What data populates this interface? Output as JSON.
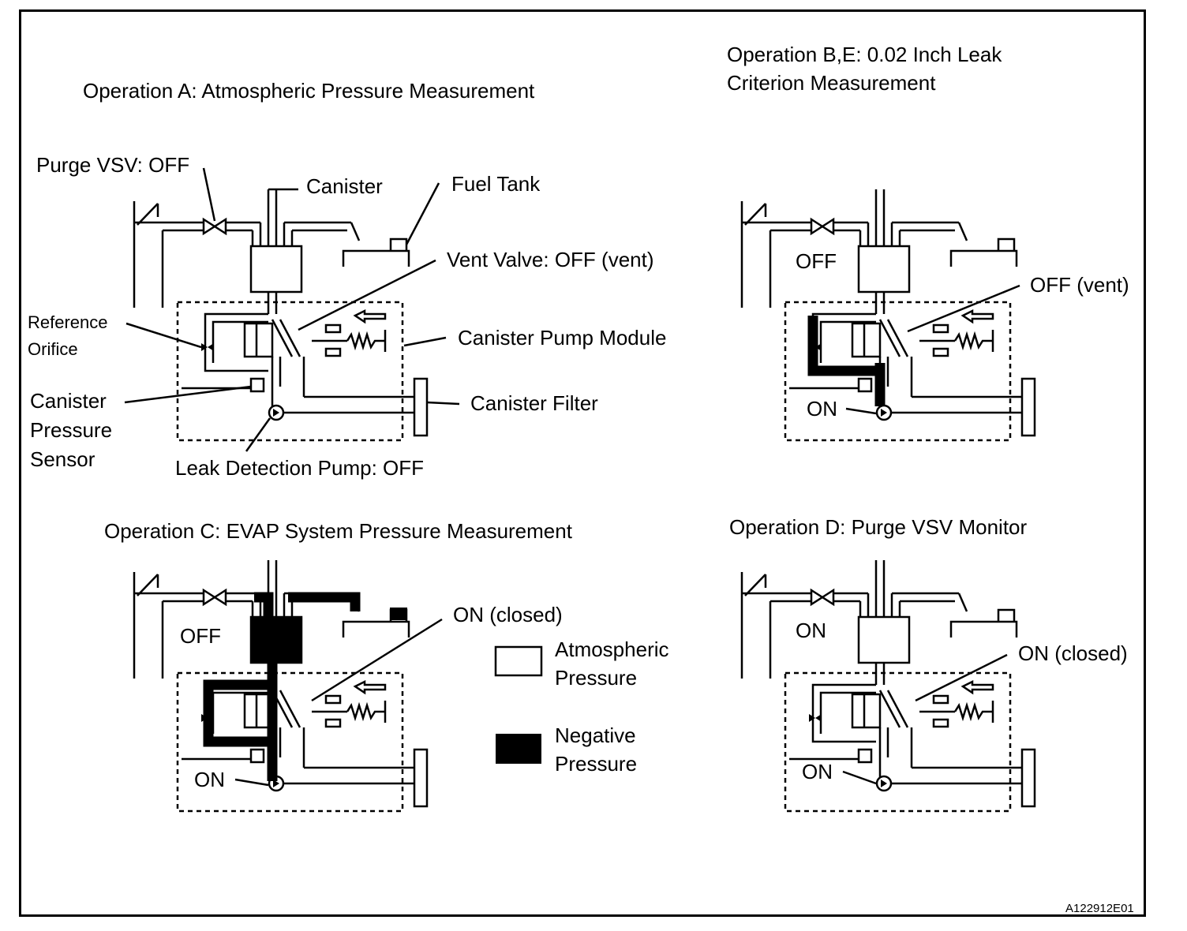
{
  "panel_a": {
    "title": "Operation A: Atmospheric Pressure Measurement",
    "purge_vsv": "Purge VSV: OFF",
    "canister": "Canister",
    "fuel_tank": "Fuel Tank",
    "vent_valve": "Vent Valve: OFF (vent)",
    "reference_orifice_1": "Reference",
    "reference_orifice_2": "Orifice",
    "pump_module": "Canister Pump Module",
    "sensor_1": "Canister",
    "sensor_2": "Pressure",
    "sensor_3": "Sensor",
    "canister_filter": "Canister Filter",
    "leak_pump": "Leak Detection Pump: OFF"
  },
  "panel_b": {
    "title_1": "Operation B,E: 0.02 Inch Leak",
    "title_2": "Criterion Measurement",
    "purge_vsv": "OFF",
    "vent_valve": "OFF (vent)",
    "leak_pump": "ON"
  },
  "panel_c": {
    "title": "Operation C: EVAP System Pressure Measurement",
    "purge_vsv": "OFF",
    "vent_valve": "ON (closed)",
    "leak_pump": "ON"
  },
  "panel_d": {
    "title": "Operation D: Purge VSV Monitor",
    "purge_vsv": "ON",
    "vent_valve": "ON (closed)",
    "leak_pump": "ON"
  },
  "legend": {
    "atmospheric_1": "Atmospheric",
    "atmospheric_2": "Pressure",
    "negative_1": "Negative",
    "negative_2": "Pressure"
  },
  "figure_id": "A122912E01"
}
